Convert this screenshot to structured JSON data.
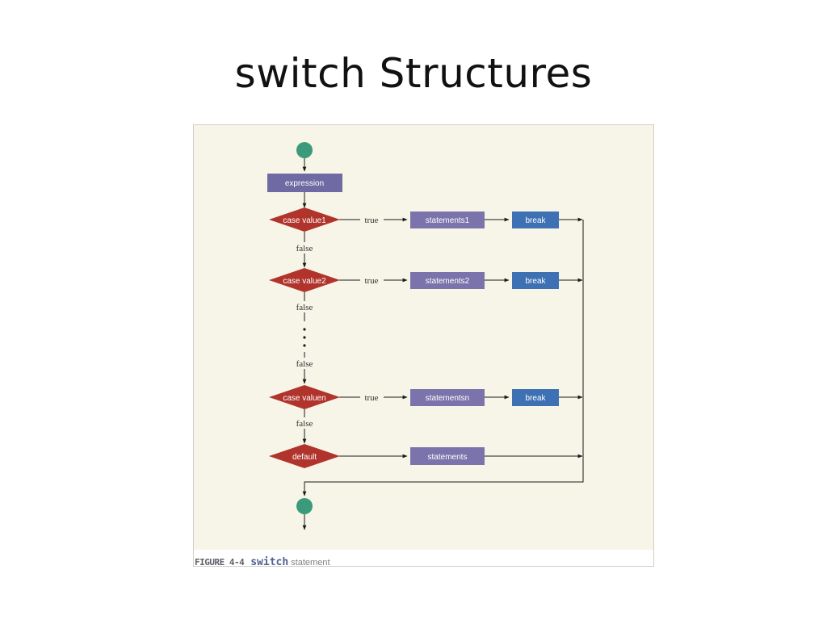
{
  "slide": {
    "title": "switch Structures"
  },
  "figure": {
    "colors": {
      "start_end": "#3a9a7a",
      "expression": "#6f6aa3",
      "decision": "#b0342c",
      "statements": "#7b73ab",
      "break": "#3d71b3",
      "line": "#1a1a1a"
    },
    "nodes": {
      "expression": "expression",
      "case1": "case value1",
      "case2": "case value2",
      "casen": "case valuen",
      "default": "default",
      "statements1": "statements1",
      "statements2": "statements2",
      "statementsn": "statementsn",
      "statements": "statements",
      "break1": "break",
      "break2": "break",
      "breakn": "break"
    },
    "edges": {
      "true1": "true",
      "true2": "true",
      "truen": "true",
      "false1": "false",
      "false2": "false",
      "false3": "false",
      "falsen": "false"
    },
    "caption": {
      "number": "FIGURE 4-4",
      "keyword": "switch",
      "text": "statement"
    }
  }
}
